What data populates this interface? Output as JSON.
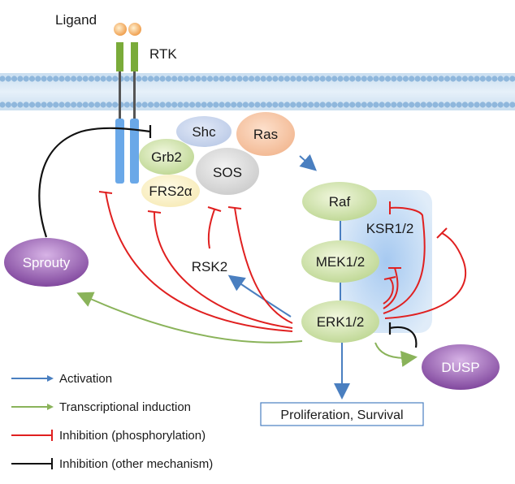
{
  "labels": {
    "ligand": "Ligand",
    "rtk": "RTK",
    "shc": "Shc",
    "ras": "Ras",
    "grb2": "Grb2",
    "sos": "SOS",
    "frs2a": "FRS2α",
    "raf": "Raf",
    "ksr": "KSR1/2",
    "mek": "MEK1/2",
    "erk": "ERK1/2",
    "rsk2": "RSK2",
    "sprouty": "Sprouty",
    "dusp": "DUSP",
    "outcome": "Proliferation, Survival"
  },
  "legend": [
    {
      "label": "Activation",
      "color": "#4a7fc0",
      "kind": "arrow"
    },
    {
      "label": "Transcriptional induction",
      "color": "#8ab35a",
      "kind": "arrow"
    },
    {
      "label": "Inhibition (phosphorylation)",
      "color": "#e02020",
      "kind": "bar"
    },
    {
      "label": "Inhibition (other mechanism)",
      "color": "#111111",
      "kind": "bar"
    }
  ],
  "colors": {
    "activation": "#4a7fc0",
    "induction": "#8ab35a",
    "inhibition_phos": "#e02020",
    "inhibition_other": "#111111",
    "membrane": "#a9cbe6"
  }
}
